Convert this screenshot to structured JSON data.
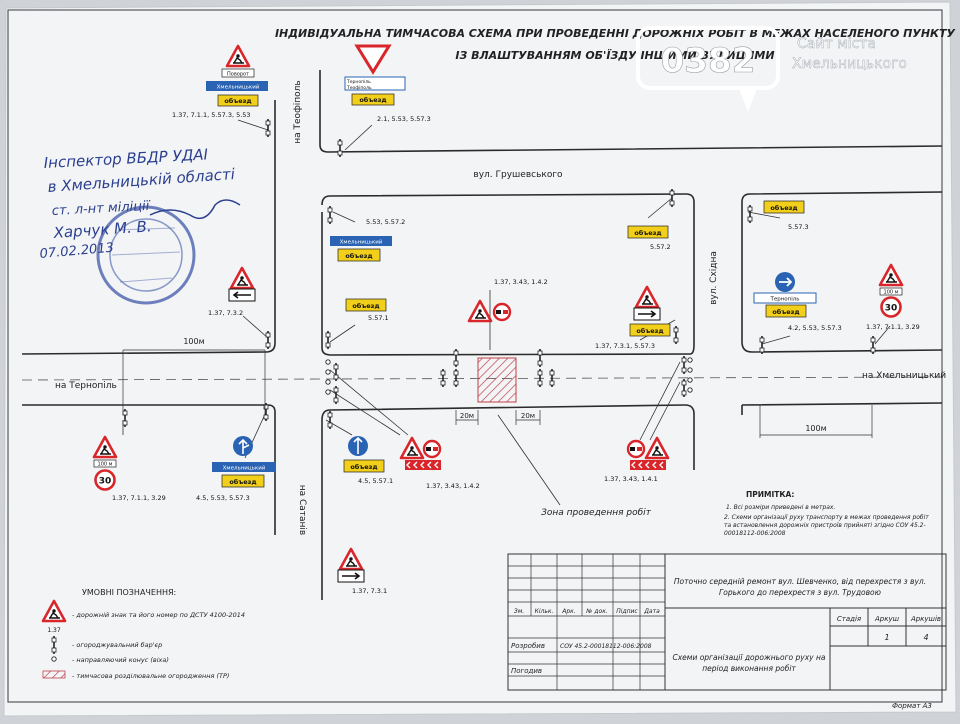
{
  "header": {
    "title": "ІНДИВІДУАЛЬНА ТИМЧАСОВА СХЕМА ПРИ ПРОВЕДЕННІ ДОРОЖНІХ РОБІТ В МЕЖАХ НАСЕЛЕНОГО ПУНКТУ",
    "subtitle": "ІЗ ВЛАШТУВАННЯМ ОБ'ЇЗДУ ІНШИМИ ВУЛИЦЯМИ"
  },
  "watermark": {
    "number": "0382",
    "line1": "Сайт міста",
    "line2": "Хмельницького"
  },
  "streets": {
    "grushevskogo": "вул. Грушевського",
    "to_teofipol": "на Теофіполь",
    "to_ternopil": "на Тернопіль",
    "to_khmelnytskyi": "на Хмельницький",
    "to_satanov": "на Сатанів",
    "skhidna": "вул. Східна"
  },
  "signs": {
    "g1": "1.37, 7.1.1, 5.57.3, 5.53",
    "g2": "2.1, 5.53, 5.57.3",
    "g3": "5.53, 5.57.2",
    "g4": "5.57.2",
    "g5": "5.57.3",
    "g6": "1.37, 3.43, 1.4.2",
    "g7": "5.57.1",
    "g8": "1.37, 7.3.1, 5.57.3",
    "g9": "4.2, 5.53, 5.57.3",
    "g10": "1.37, 7.1.1, 3.29",
    "g11": "1.37, 7.3.2",
    "g12": "1.37, 7.1.1, 3.29",
    "g13": "4.5, 5.53, 5.57.3",
    "g14": "4.5, 5.57.1",
    "g15": "1.37, 3.43, 1.4.2",
    "g16": "1.37, 3.43, 1.4.1",
    "g17": "1.37, 7.3.1"
  },
  "panels": {
    "obiezd": "объезд",
    "khmelnytskyi": "Хмельницький",
    "ternopil": "Тернопіль",
    "teofipol": "Теофіполь",
    "speed": "30",
    "dist": "100 м"
  },
  "dimensions": {
    "d100_left": "100м",
    "d100_right": "100м",
    "d20_left": "20м",
    "d20_right": "20м"
  },
  "work_zone": "Зона проведення робіт",
  "stamp_text": [
    "Інспектор ВБДР УДАІ",
    "в Хмельницькій області",
    "ст. л-нт міліції",
    "Харчук М. В.",
    "07.02.2013"
  ],
  "notes": {
    "title": "ПРИМІТКА:",
    "n1": "1. Всі розміри приведені в метрах.",
    "n2": "2. Схеми організації руху транспорту в межах проведення робіт та встановлення дорожніх пристроїв прийняті згідно СОУ 45.2-00018112-006:2008"
  },
  "legend": {
    "title": "УМОВНІ ПОЗНАЧЕННЯ:",
    "items": [
      {
        "code": "1.37",
        "text": "- дорожній знак та його номер по ДСТУ 4100-2014"
      },
      {
        "text": "- огороджувальний бар'єр"
      },
      {
        "text": "- направляючий конус (віха)"
      },
      {
        "text": "- тимчасова розділювальне огородження (ТР)"
      }
    ]
  },
  "titleblock": {
    "project": "Поточно середній ремонт вул. Шевченко, від перехрестя з вул. Горького до перехрестя з вул. Трудовою",
    "cols": [
      "Зм.",
      "Кільк.",
      "Арк.",
      "№ док.",
      "Підпис",
      "Дата"
    ],
    "developed": "Розробив",
    "developed_doc": "СОУ 45.2-00018112-006:2008",
    "approved": "Погодив",
    "stage": "Стадія",
    "sheet": "Аркуш",
    "sheets": "Аркушів",
    "sheet_no": "1",
    "sheets_no": "4",
    "drawing": "Схеми організації дорожнього руху на період виконання робіт",
    "format": "Формат А3"
  },
  "colors": {
    "blue": "#2a63b3",
    "red": "#d8262b",
    "yellow": "#f2cf1a",
    "stamp": "#3f58a8"
  }
}
